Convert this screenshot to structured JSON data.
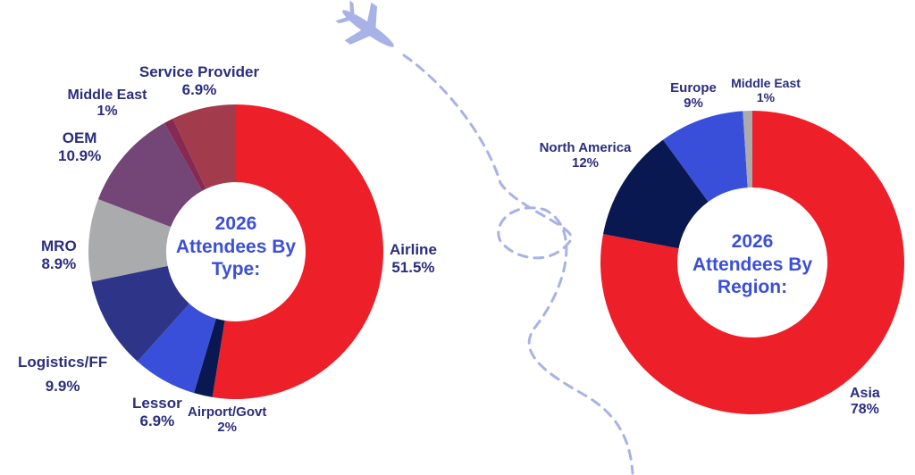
{
  "colors": {
    "red": "#ed1f29",
    "navy": "#0a1852",
    "blue": "#3a4fd9",
    "indigo": "#2e3488",
    "gray": "#aaabad",
    "purple": "#744677",
    "plum": "#862a53",
    "rose": "#a23b4c",
    "text": "#2b2d7e",
    "center_text": "#3b4fd8",
    "dashed_path": "#a9b2e6"
  },
  "decorations": {
    "icon": "airplane-icon"
  },
  "chart_data": [
    {
      "type": "pie",
      "donut": true,
      "center_title": [
        "2026",
        "Attendees By",
        "Type:"
      ],
      "slices": [
        {
          "label": "Airline",
          "value_label": "51.5%",
          "value": 51.5,
          "color": "#ed1f29"
        },
        {
          "label": "Airport/Govt",
          "value_label": "2%",
          "value": 2,
          "color": "#0a1852"
        },
        {
          "label": "Lessor",
          "value_label": "6.9%",
          "value": 6.9,
          "color": "#3a4fd9"
        },
        {
          "label": "Logistics/FF",
          "value_label": "9.9%",
          "value": 9.9,
          "color": "#2e3488"
        },
        {
          "label": "MRO",
          "value_label": "8.9%",
          "value": 8.9,
          "color": "#aaabad"
        },
        {
          "label": "OEM",
          "value_label": "10.9%",
          "value": 10.9,
          "color": "#744677"
        },
        {
          "label": "Middle East",
          "value_label": "1%",
          "value": 1,
          "color": "#862a53"
        },
        {
          "label": "Service Provider",
          "value_label": "6.9%",
          "value": 6.9,
          "color": "#a23b4c"
        }
      ]
    },
    {
      "type": "pie",
      "donut": true,
      "center_title": [
        "2026",
        "Attendees By",
        "Region:"
      ],
      "slices": [
        {
          "label": "Asia",
          "value_label": "78%",
          "value": 78,
          "color": "#ed1f29"
        },
        {
          "label": "North America",
          "value_label": "12%",
          "value": 12,
          "color": "#0a1852"
        },
        {
          "label": "Europe",
          "value_label": "9%",
          "value": 9,
          "color": "#3a4fd9"
        },
        {
          "label": "Middle East",
          "value_label": "1%",
          "value": 1,
          "color": "#aaabad"
        }
      ]
    }
  ]
}
